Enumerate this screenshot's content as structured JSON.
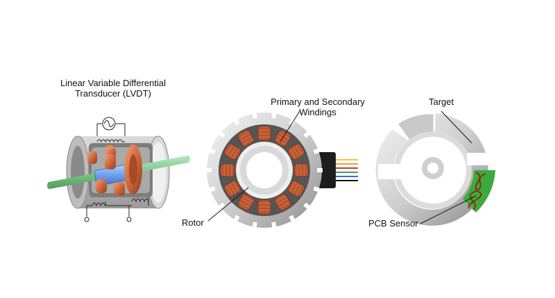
{
  "lvdt": {
    "title_line1": "Linear Variable Differential",
    "title_line2": "Transducer (LVDT)"
  },
  "resolver": {
    "windings_line1": "Primary and Secondary",
    "windings_line2": "Windings",
    "rotor_label": "Rotor",
    "wire_colors": [
      "#f2c14e",
      "#f29a3c",
      "#d9342b",
      "#3aa64a",
      "#2f6fd6",
      "#111111"
    ]
  },
  "inductive": {
    "target_label": "Target",
    "pcb_label": "PCB Sensor"
  },
  "colors": {
    "metal_light": "#e9e9e9",
    "metal_dark": "#9a9a9a",
    "copper": "#c8623a",
    "pcb_green": "#3cab3c",
    "rod_green": "#8fd19a",
    "core_blue": "#7fb4ff"
  },
  "icons": [
    "ac-source-icon",
    "coil-icon",
    "terminal-icon"
  ]
}
